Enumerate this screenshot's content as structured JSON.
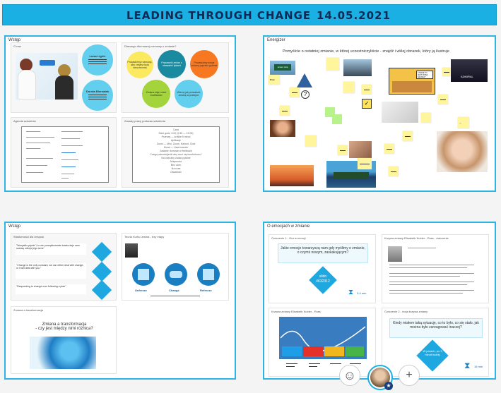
{
  "header": {
    "title": "LEADING THROUGH CHANGE",
    "date": "14.05.2021"
  },
  "frames": {
    "intro_top": {
      "title": "Wstęp",
      "who_label": "O nas",
      "person1": "Luiza Ligieć",
      "person2": "Dorota Biernatek",
      "questions_label": "Dlaczego dla naszej rozmowy o zmianie?",
      "agenda_label": "Agenda szkolenia",
      "rules_label": "Zasady pracy podczas szkolenia",
      "rules_lines": [
        "Czas",
        "Start godz. 9:00 (9:30 — 13:00)",
        "Przerwy — krótkie 5 minut",
        "Aplikacje",
        "Zoom — Miro, Zoom, Kahoot, Chat",
        "Mural — Lista bramek",
        "Zadanie domowe w feedback",
        "Czego potrzebujecie aby czuć się komfortowo?",
        "Na chat aby zadać pytanie",
        "Aktywność",
        "Bez ocen",
        "Na czas",
        "Otwartość"
      ],
      "bubbles": [
        "Prowadzimy rozmowę, aby zmiana była nieuchronna",
        "Pracownik zmian z obawami/ lękami",
        "Prowadzimy swoje zmiany poprzez pytania",
        "Zmiana daje nowe możliwości",
        "Wiemy jak prowadzić zmianę w praktyce"
      ]
    },
    "energizer": {
      "title": "Energizer",
      "prompt": "Pomyślcie o ostatniej zmianie, w której uczestniczyliście - znajdź i wklej obrazek, który ją ilustruje",
      "sticky_label": "Brisk",
      "sign_text": "Jesteś tutaj",
      "comic_text": "A MOŻE TO JEST NOWA SZANSA?",
      "admiral_text": "ADMIRAL"
    },
    "intro_bottom": {
      "title": "Wstęp",
      "messages_label": "Wiadomości dla zespołu",
      "quote1": "\"Wszystko płynie\" i to nie porządkowanie świata daje nam szansę odkryć jego sens\"",
      "quote2": "\"Change is the only constant, we can either deal with change, or it will deal with you.\"",
      "quote3": "\"Responding to change over following a plan\"",
      "kurt_label": "Teoria Kurta Lewina - trzy etapy",
      "stages": [
        "Unfreeze",
        "Change",
        "Refreeze"
      ],
      "transform_label": "Zmiana a transformacja",
      "transform_text1": "Zmiana a transformacja",
      "transform_text2": "- czy jest między nimi różnica?"
    },
    "emotions": {
      "title": "O emocjach w zmianie",
      "exercise1_label": "Ćwiczenie 1 - Gra w emocji",
      "exercise1_text": "Jakie emocje towarzyszą nam gdy myślimy o zmianie, o czymś nowym, zaskakującym?",
      "code_line1": "slido",
      "code_line2": "#632312",
      "time1": "3-4 min",
      "curve_label": "Krzywa zmiany Elisabeth Kubler - Ross",
      "model_label": "Krzywa zmiany Elisabeth Kubler - Ross - ćwiczenie",
      "exercise2_label": "Ćwiczenie 2 - moja krzywa zmiany",
      "exercise2_text": "Kiedy miałem taką sytuację, co to było, co się stało, jak można było zareagować inaczej?",
      "pairs_text": "W parach, po 3 minut każdy",
      "time2": "15 min"
    }
  },
  "toolbar": {
    "reaction_icon": "smiley-icon",
    "add_icon": "plus-icon",
    "add_symbol": "+"
  },
  "colors": {
    "accent": "#1ab0e3",
    "frame_border": "#2cb4e3",
    "sticky": "#fff59d",
    "diamond": "#1fa7e0"
  }
}
